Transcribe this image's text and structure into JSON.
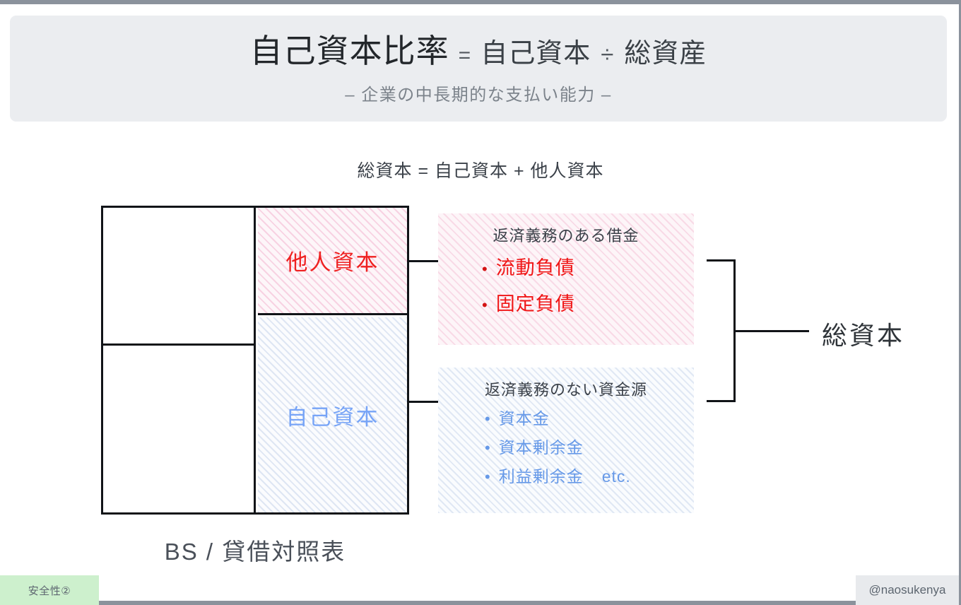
{
  "header": {
    "title_parts": {
      "main_metric": "自己資本比率",
      "equals": "=",
      "numerator": "自己資本",
      "divide": "÷",
      "denominator": "総資産"
    },
    "subtitle": "– 企業の中長期的な支払い能力 –"
  },
  "equation": {
    "text": "総資本 = 自己資本 + 他人資本"
  },
  "bs_box": {
    "caption": "BS / 貸借対照表",
    "liabilities_label": "他人資本",
    "equity_label": "自己資本"
  },
  "details": {
    "liabilities": {
      "heading": "返済義務のある借金",
      "bullet_glyph": "•",
      "items": [
        {
          "label": "流動負債"
        },
        {
          "label": "固定負債"
        }
      ]
    },
    "equity": {
      "heading": "返済義務のない資金源",
      "bullet_glyph": "•",
      "items": [
        {
          "label": "資本金",
          "suffix": ""
        },
        {
          "label": "資本剰余金",
          "suffix": ""
        },
        {
          "label": "利益剰余金",
          "suffix": "etc."
        }
      ]
    }
  },
  "total": {
    "label": "総資本"
  },
  "footer": {
    "tag": "安全性②",
    "handle": "@naosukenya"
  },
  "colors": {
    "liabilities_red": "#ef2020",
    "equity_blue": "#77a4f7",
    "banner_bg": "#ebedf0",
    "tag_green": "#cdf0cd",
    "handle_gray": "#e8eaed",
    "ink": "#111418"
  }
}
